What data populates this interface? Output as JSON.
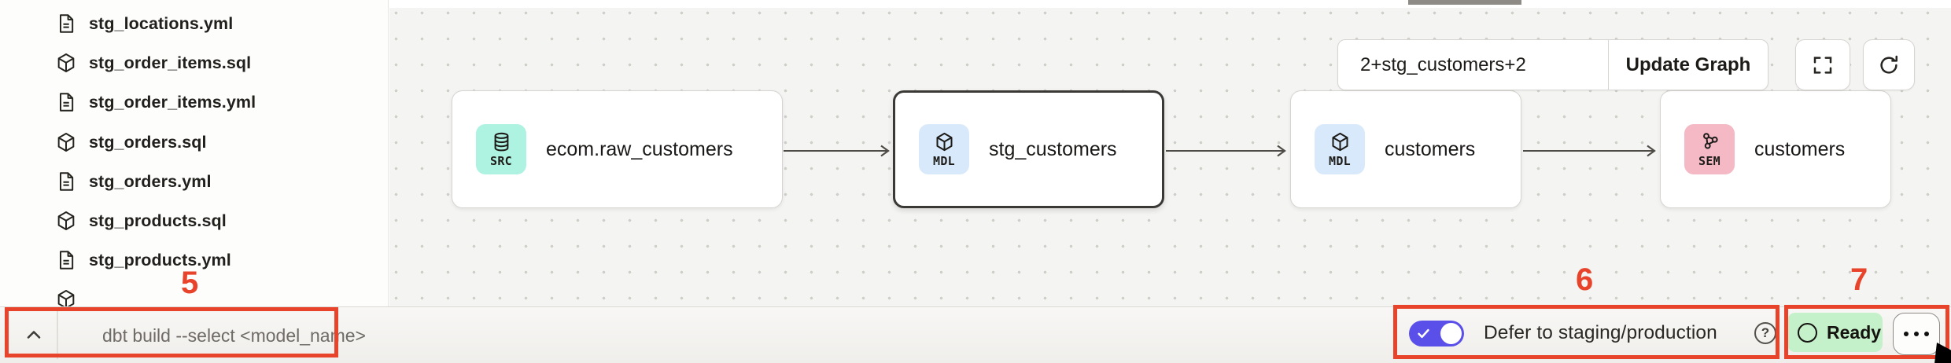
{
  "sidebar": {
    "files": [
      {
        "name": "stg_locations.yml",
        "type": "yml"
      },
      {
        "name": "stg_order_items.sql",
        "type": "sql"
      },
      {
        "name": "stg_order_items.yml",
        "type": "yml"
      },
      {
        "name": "stg_orders.sql",
        "type": "sql"
      },
      {
        "name": "stg_orders.yml",
        "type": "yml"
      },
      {
        "name": "stg_products.sql",
        "type": "sql"
      },
      {
        "name": "stg_products.yml",
        "type": "yml"
      },
      {
        "name": "",
        "type": "sql",
        "partially_visible": true
      }
    ]
  },
  "graph_toolbar": {
    "selector_input_value": "2+stg_customers+2",
    "update_graph_label": "Update Graph"
  },
  "lineage": {
    "nodes": [
      {
        "badge": "SRC",
        "label": "ecom.raw_customers",
        "icon": "database",
        "badge_color": "#aef2e1",
        "selected": false
      },
      {
        "badge": "MDL",
        "label": "stg_customers",
        "icon": "model-cube",
        "badge_color": "#d8e9fb",
        "selected": true
      },
      {
        "badge": "MDL",
        "label": "customers",
        "icon": "model-cube",
        "badge_color": "#d8e9fb",
        "selected": false
      },
      {
        "badge": "SEM",
        "label": "customers",
        "icon": "semantic-graph",
        "badge_color": "#f4b9c4",
        "selected": false
      }
    ]
  },
  "bottom_bar": {
    "command_placeholder": "dbt build --select <model_name>",
    "defer_toggle_label": "Defer to staging/production",
    "defer_toggle_on": true,
    "help_glyph": "?",
    "status_label": "Ready"
  },
  "annotations": {
    "labels": [
      "5",
      "6",
      "7"
    ],
    "color": "#e8432b"
  },
  "colors": {
    "annotation_red": "#e8432b",
    "toggle_purple": "#5b4fe9",
    "ready_green": "#c4f0ca",
    "src_badge": "#aef2e1",
    "mdl_badge": "#d8e9fb",
    "sem_badge": "#f4b9c4",
    "canvas_bg": "#f4f4f2",
    "selected_node_border": "#3b3936"
  }
}
